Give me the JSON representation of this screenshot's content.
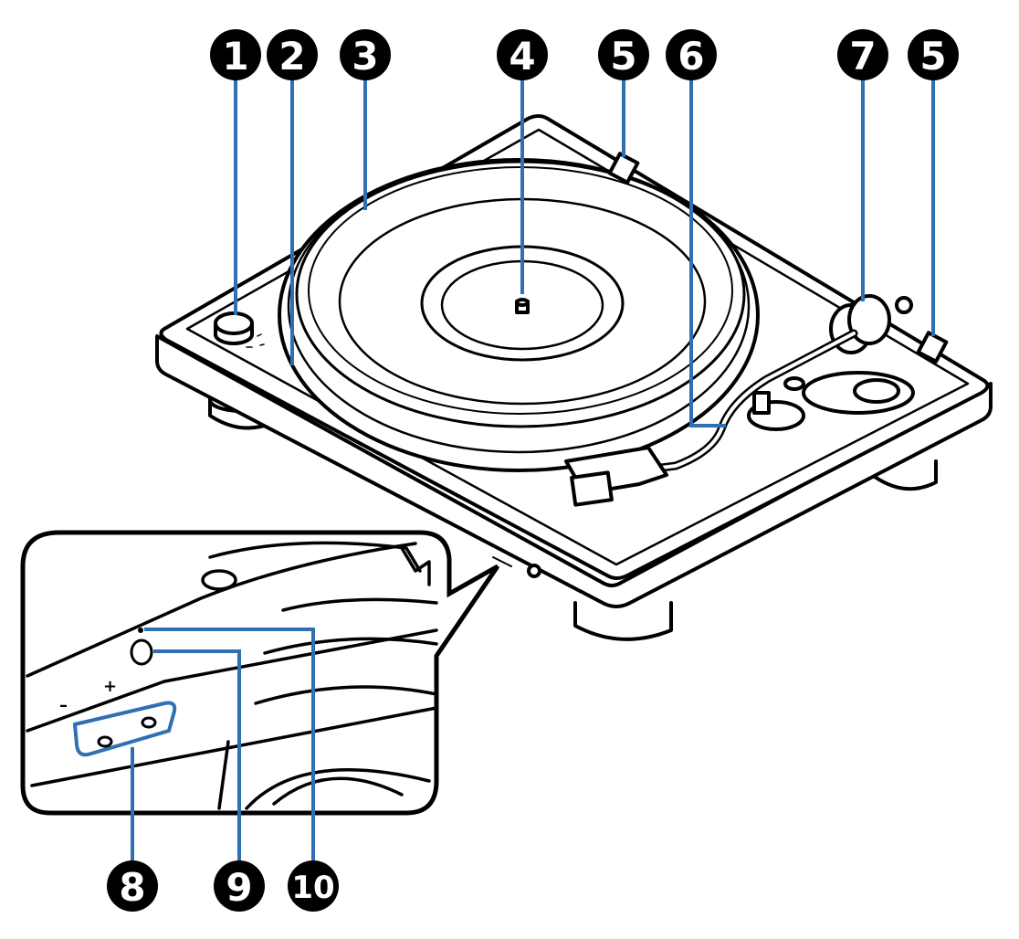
{
  "callouts": {
    "c1": "1",
    "c2": "2",
    "c3": "3",
    "c4": "4",
    "c5a": "5",
    "c6": "6",
    "c7": "7",
    "c5b": "5",
    "c8": "8",
    "c9": "9",
    "c10": "10"
  },
  "inset_labels": {
    "minus": "–",
    "plus": "+"
  },
  "colors": {
    "leader": "#2f6fb3",
    "outline": "#000000",
    "badge": "#000000"
  }
}
